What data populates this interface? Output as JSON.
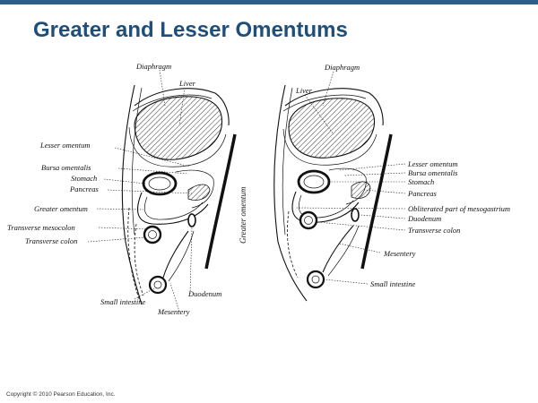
{
  "slide": {
    "title": "Greater and Lesser Omentums",
    "copyright": "Copyright © 2010 Pearson Education, Inc.",
    "accent_color": "#1f4e79",
    "bar_color": "#2e5d8a"
  },
  "left_diagram": {
    "labels": {
      "diaphragm": "Diaphragm",
      "liver": "Liver",
      "lesser_omentum": "Lesser omentum",
      "bursa_omentalis": "Bursa omentalis",
      "stomach": "Stomach",
      "pancreas": "Pancreas",
      "greater_omentum": "Greater omentum",
      "transverse_mesocolon": "Transverse mesocolon",
      "transverse_colon": "Transverse colon",
      "small_intestine": "Small intestine",
      "duodenum": "Duodenum",
      "mesentery": "Mesentery"
    }
  },
  "center_label": "Greater omentum",
  "right_diagram": {
    "labels": {
      "diaphragm": "Diaphragm",
      "liver": "Liver",
      "lesser_omentum": "Lesser omentum",
      "bursa_omentalis": "Bursa omentalis",
      "stomach": "Stomach",
      "pancreas": "Pancreas",
      "obliterated": "Obliterated part of mesogastrium",
      "duodenum": "Duodenum",
      "transverse_colon": "Transverse colon",
      "mesentery": "Mesentery",
      "small_intestine": "Small intestine"
    }
  }
}
